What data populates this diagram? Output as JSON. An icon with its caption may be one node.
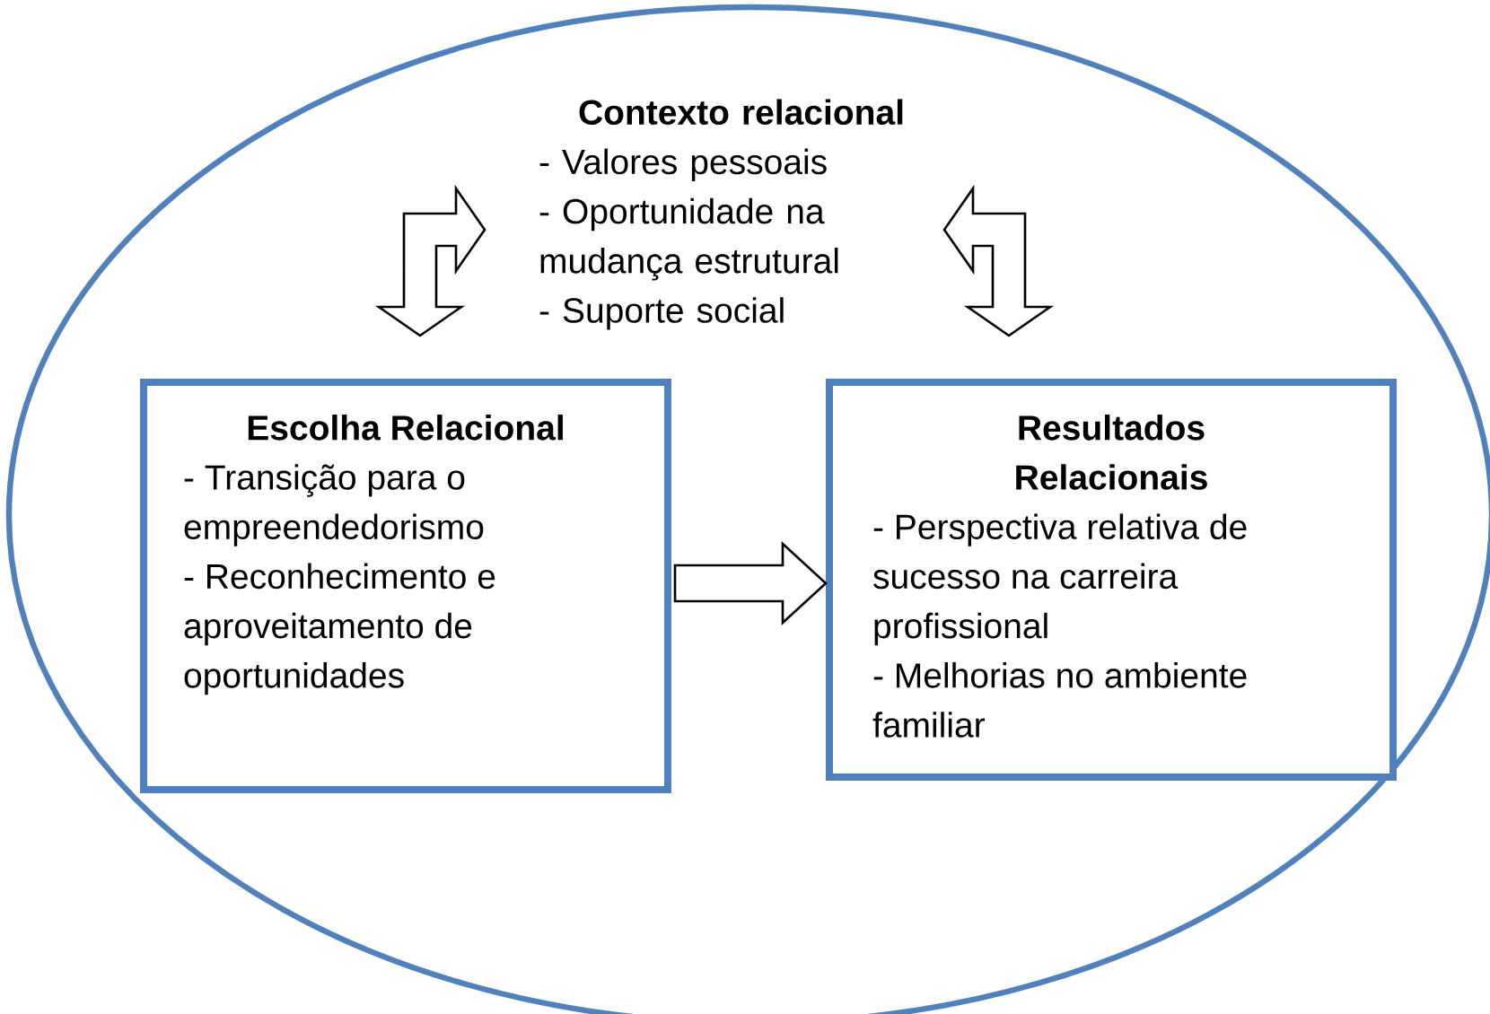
{
  "diagram": {
    "nodes": [
      {
        "text": [],
        "shape": "ellipse"
      },
      {
        "text": [
          "Contexto relacional",
          "- Valores pessoais",
          "- Oportunidade na mudança estrutural",
          "- Suporte social"
        ],
        "in": 0
      },
      {
        "text": [
          "Escolha Relacional",
          "- Transição para o empreendedorismo",
          "- Reconhecimento e aproveitamento de oportunidades"
        ],
        "in": 0
      },
      {
        "text": [
          "Resultados Relacionais",
          "- Perspectiva relativa de sucesso na carreira profissional",
          "- Melhorias no ambiente familiar"
        ],
        "in": 0
      }
    ],
    "edges": [
      {
        "from": 1,
        "to": 2,
        "arrow": "both"
      },
      {
        "from": 1,
        "to": 3,
        "arrow": "both"
      },
      {
        "from": 2,
        "to": 3,
        "arrow": "to"
      }
    ]
  }
}
